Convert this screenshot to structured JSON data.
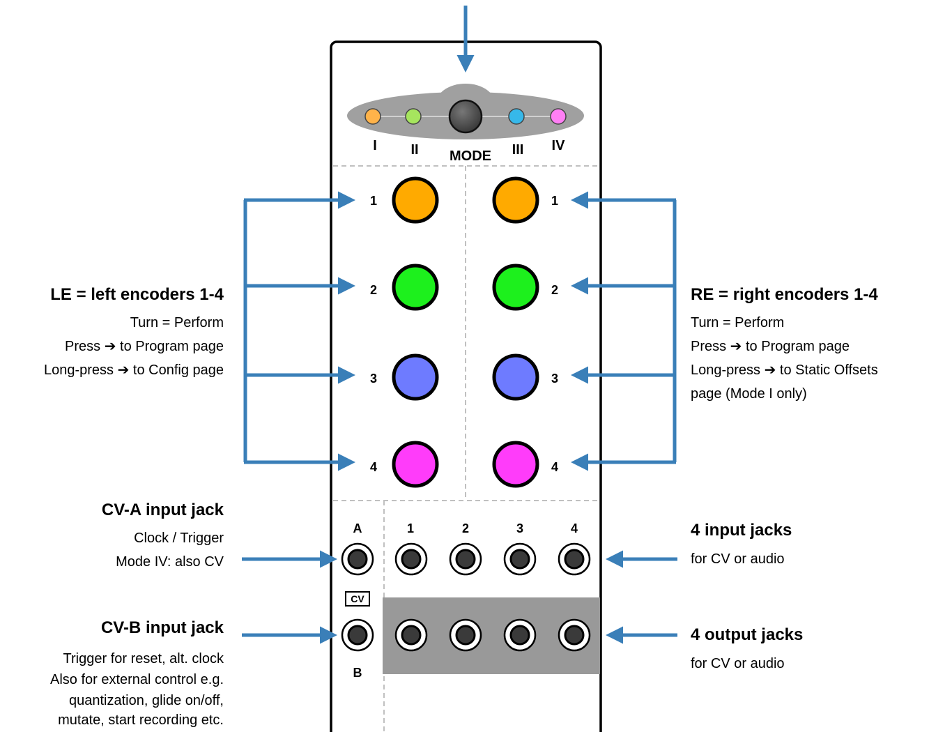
{
  "mode_bar": {
    "labels": [
      "I",
      "II",
      "III",
      "IV"
    ],
    "button_label": "MODE",
    "led_colors": [
      "#ffb34a",
      "#a6e55e",
      "#36b8ea",
      "#ff7ff5"
    ]
  },
  "encoders": {
    "numbers": [
      "1",
      "2",
      "3",
      "4"
    ],
    "colors": [
      "#ffaa00",
      "#1df01d",
      "#6e7bff",
      "#ff3cfa"
    ]
  },
  "left_encoders": {
    "title": "LE = left encoders 1-4",
    "lines": [
      "Turn = Perform",
      "Press ➔ to Program page",
      "Long-press ➔ to Config page"
    ]
  },
  "right_encoders": {
    "title": "RE = right encoders 1-4",
    "lines": [
      "Turn = Perform",
      "Press ➔ to Program page",
      "Long-press ➔ to Static Offsets",
      "page (Mode I only)"
    ]
  },
  "cv_a": {
    "title": "CV-A input jack",
    "lines": [
      "Clock / Trigger",
      "Mode IV: also CV"
    ],
    "jack_label": "A"
  },
  "cv_b": {
    "title": "CV-B input jack",
    "lines": [
      "Trigger for reset, alt. clock",
      "Also for external control e.g.",
      "quantization, glide on/off,",
      "mutate, start recording etc."
    ],
    "jack_label": "B"
  },
  "cv_badge": "CV",
  "input_jacks": {
    "title": "4 input jacks",
    "desc": "for CV or audio",
    "numbers": [
      "1",
      "2",
      "3",
      "4"
    ]
  },
  "output_jacks": {
    "title": "4 output jacks",
    "desc": "for CV or audio"
  },
  "colors": {
    "arrow": "#3a7fb8",
    "panel_border": "#000000",
    "divider": "#c0c0c0",
    "output_block": "#999999",
    "mode_bar": "#a0a0a0"
  }
}
